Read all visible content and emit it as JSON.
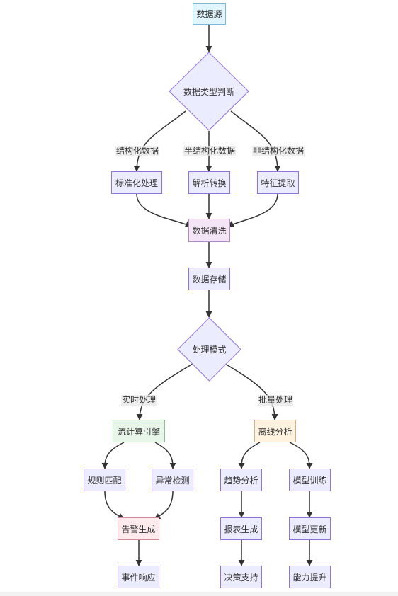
{
  "nodes": {
    "source": "数据源",
    "type_decision": "数据类型判断",
    "standardize": "标准化处理",
    "parse_convert": "解析转换",
    "feature_extract": "特征提取",
    "cleaning": "数据清洗",
    "storage": "数据存储",
    "mode_decision": "处理模式",
    "stream_engine": "流计算引擎",
    "offline_analysis": "离线分析",
    "rule_match": "规则匹配",
    "anomaly_detect": "异常检测",
    "trend_analysis": "趋势分析",
    "model_training": "模型训练",
    "alert_gen": "告警生成",
    "report_gen": "报表生成",
    "model_update": "模型更新",
    "event_response": "事件响应",
    "decision_support": "决策支持",
    "capability_upgrade": "能力提升"
  },
  "edge_labels": {
    "structured": "结构化数据",
    "semi_structured": "半结构化数据",
    "unstructured": "非结构化数据",
    "realtime": "实时处理",
    "batch": "批量处理"
  },
  "colors": {
    "node_fill": "#ececff",
    "node_border": "#9370db",
    "edge": "#333333",
    "source_fill": "#e1f5fe",
    "clean_fill": "#f3e5f5",
    "stream_fill": "#e8f5e9",
    "batch_fill": "#fff3e0",
    "alert_fill": "#ffebee"
  }
}
